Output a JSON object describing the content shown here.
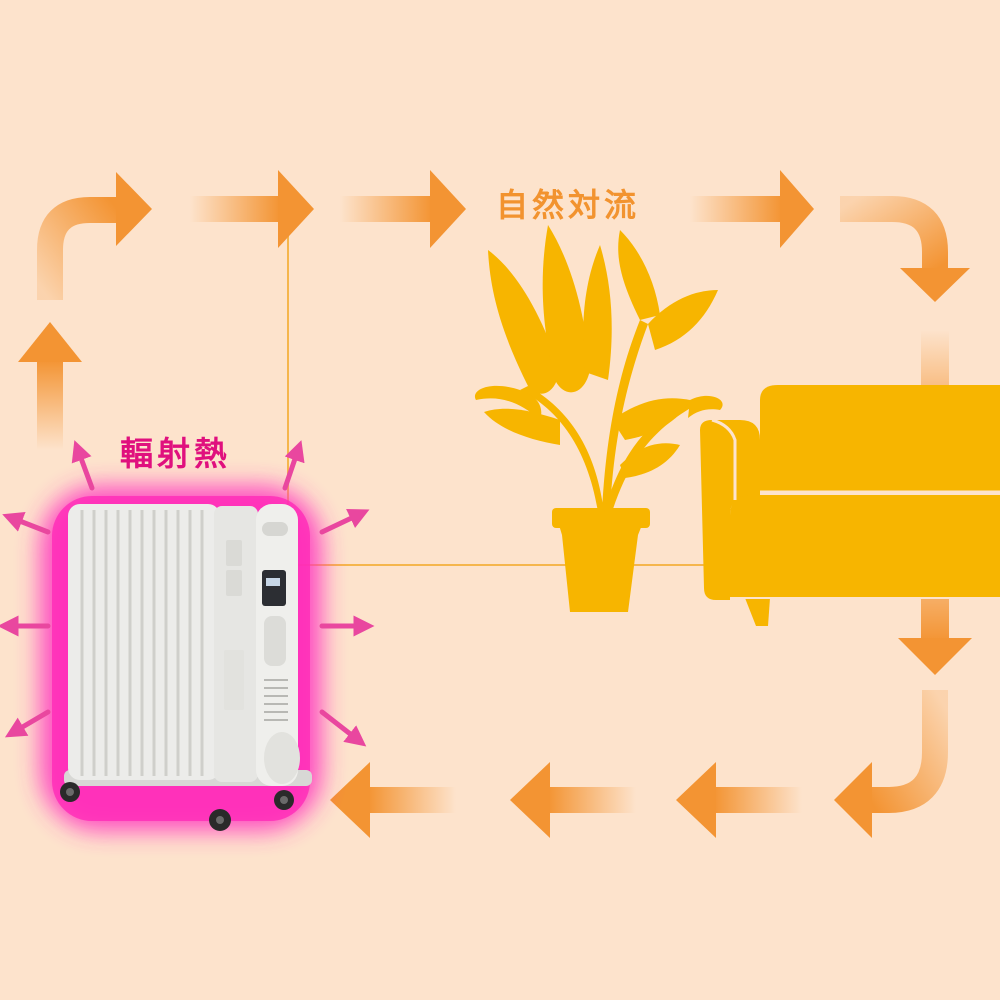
{
  "labels": {
    "natural_convection": "自然対流",
    "radiant_heat": "輻射熱"
  },
  "colors": {
    "background": "#fde3cc",
    "convection_arrow": "#f39433",
    "convection_text": "#f2932f",
    "radiant_arrow": "#e9479f",
    "radiant_text": "#e0107e",
    "radiator_glow": "#ff33c0",
    "furniture": "#f7b500",
    "radiator_body": "#ececea"
  },
  "icons": {
    "plant": "potted-plant-silhouette",
    "sofa": "sofa-silhouette",
    "heater": "oil-heater"
  }
}
